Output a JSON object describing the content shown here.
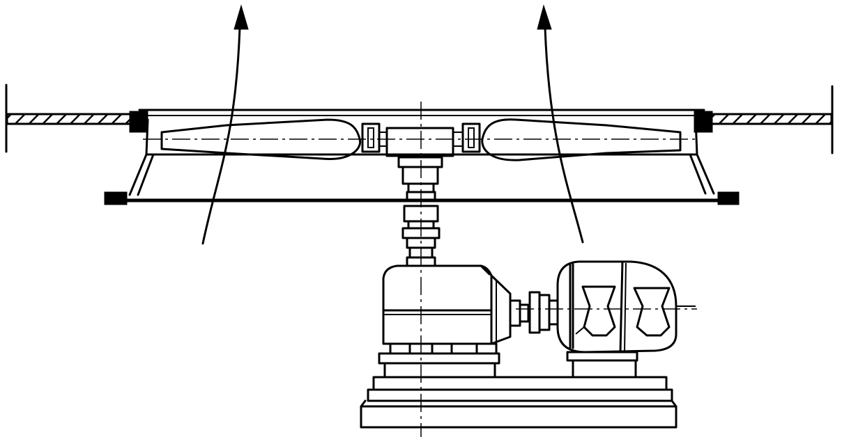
{
  "diagram": {
    "colors": {
      "line": "#000000",
      "background": "#ffffff",
      "hatch": "#000000"
    },
    "parts": [
      "airflow-arrow-left",
      "airflow-arrow-right",
      "ceiling-slab",
      "fan-housing",
      "fan-blade-left",
      "fan-blade-right",
      "fan-hub",
      "drive-shaft",
      "gear-reducer",
      "shaft-coupling",
      "electric-motor",
      "base-frame",
      "vertical-centerline",
      "horizontal-centerline"
    ]
  }
}
